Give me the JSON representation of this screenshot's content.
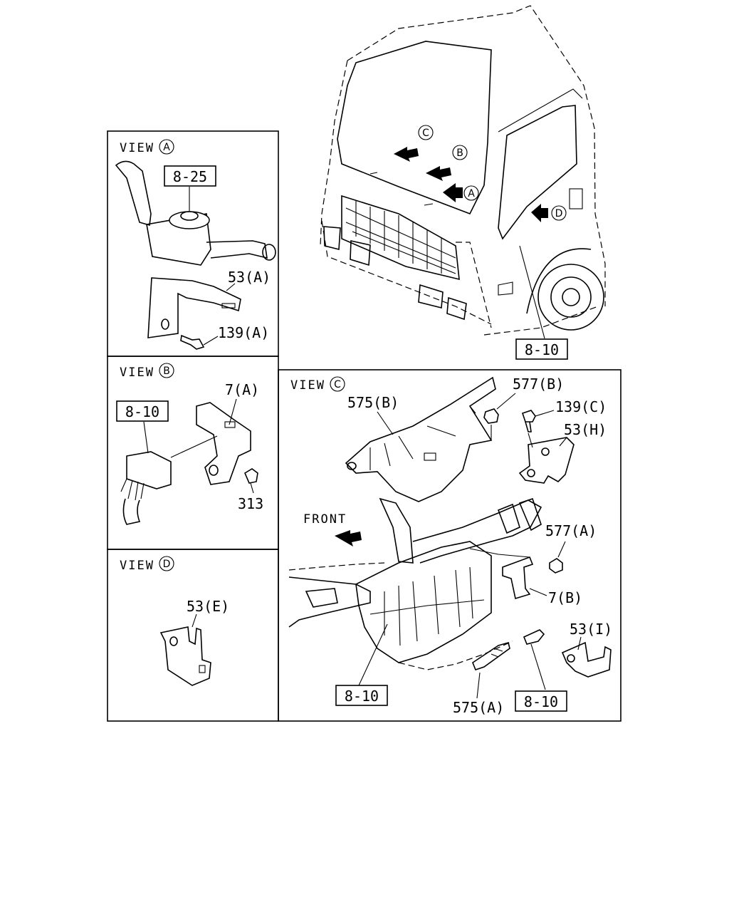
{
  "views": {
    "view_prefix": "VIEW",
    "a": "A",
    "b": "B",
    "c": "C",
    "d": "D"
  },
  "truck_callouts": {
    "c": "C",
    "b": "B",
    "a": "A",
    "d": "D",
    "ref": "8-10"
  },
  "view_a": {
    "ref": "8-25",
    "bracket": "53(A)",
    "bolt": "139(A)"
  },
  "view_b": {
    "ref": "8-10",
    "bracket": "7(A)",
    "screw": "313"
  },
  "view_c": {
    "bracket_top": "575(B)",
    "nut_b": "577(B)",
    "bolt_c": "139(C)",
    "bracket_h": "53(H)",
    "front": "FRONT",
    "nut_a": "577(A)",
    "bracket_7b": "7(B)",
    "bracket_i": "53(I)",
    "ref_left": "8-10",
    "bracket_bottom": "575(A)",
    "ref_right": "8-10"
  },
  "view_d": {
    "bracket": "53(E)"
  }
}
